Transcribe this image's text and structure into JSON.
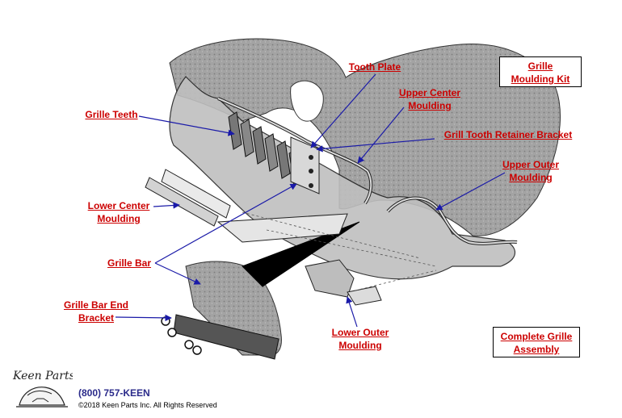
{
  "labels": {
    "tooth_plate": [
      "Tooth Plate"
    ],
    "upper_center_moulding": [
      "Upper Center",
      "Moulding"
    ],
    "grille_teeth": [
      "Grille Teeth"
    ],
    "grill_tooth_retainer_bracket": [
      "Grill Tooth Retainer Bracket"
    ],
    "upper_outer_moulding": [
      "Upper Outer",
      "Moulding"
    ],
    "lower_center_moulding": [
      "Lower Center",
      "Moulding"
    ],
    "grille_bar": [
      "Grille Bar"
    ],
    "grille_bar_end_bracket": [
      "Grille Bar End",
      "Bracket"
    ],
    "lower_outer_moulding": [
      "Lower Outer",
      "Moulding"
    ],
    "grille_moulding_kit": [
      "Grille",
      "Moulding Kit"
    ],
    "complete_grille_assembly": [
      "Complete Grille",
      "Assembly"
    ]
  },
  "footer": {
    "logo_text": "Keen Parts",
    "phone": "(800) 757-KEEN",
    "copyright": "©2018 Keen Parts Inc. All Rights Reserved"
  },
  "colors": {
    "label_red": "#cc0000",
    "leader_blue": "#1a1aa8",
    "body_gray": "#9a9a9a"
  }
}
